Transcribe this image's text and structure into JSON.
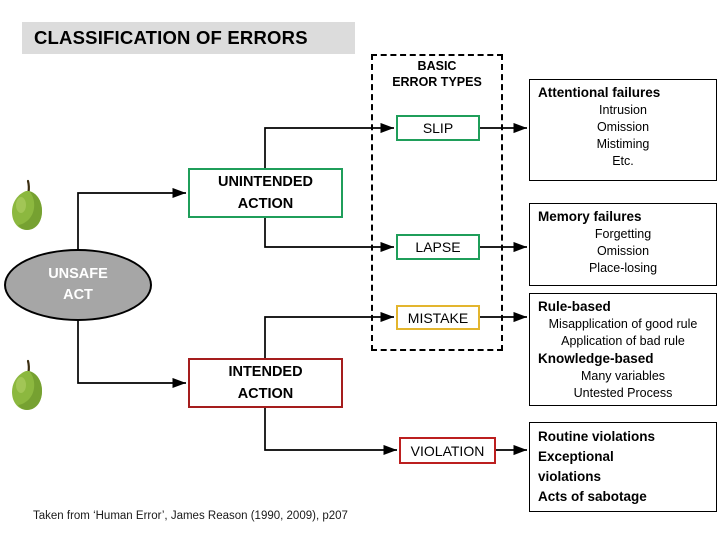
{
  "slide": {
    "title": "CLASSIFICATION OF ERRORS",
    "footer_note": "Taken from ‘Human Error’, James Reason (1990, 2009), p207"
  },
  "colors": {
    "title_band": "#dcdcdc",
    "unintended_green": "#1f9e5a",
    "intended_red": "#a51d1d",
    "mistake_yellow": "#e3b52e",
    "violation_red": "#bc1f1f",
    "ellipse_fill": "#a6a6a6",
    "pear_green": "#7cb342",
    "connector_black": "#000000"
  },
  "group": {
    "label_line1": "BASIC",
    "label_line2": "ERROR TYPES"
  },
  "root": {
    "line1": "UNSAFE",
    "line2": "ACT"
  },
  "actions": [
    {
      "id": "unintended",
      "line1": "UNINTENDED",
      "line2": "ACTION"
    },
    {
      "id": "intended",
      "line1": "INTENDED",
      "line2": "ACTION"
    }
  ],
  "error_types": [
    {
      "id": "slip",
      "label": "SLIP"
    },
    {
      "id": "lapse",
      "label": "LAPSE"
    },
    {
      "id": "mistake",
      "label": "MISTAKE"
    },
    {
      "id": "violation",
      "label": "VIOLATION"
    }
  ],
  "panels": {
    "attentional": {
      "heading": "Attentional failures",
      "items": [
        "Intrusion",
        "Omission",
        "Mistiming",
        "Etc."
      ]
    },
    "memory": {
      "heading": "Memory failures",
      "items": [
        "Forgetting",
        "Omission",
        "Place-losing"
      ]
    },
    "mistake": {
      "heading1": "Rule-based",
      "items1": [
        "Misapplication of good rule",
        "Application of bad rule"
      ],
      "heading2": "Knowledge-based",
      "items2": [
        "Many variables",
        "Untested Process"
      ]
    },
    "violations": {
      "lines": [
        "Routine violations",
        "Exceptional",
        "violations",
        "Acts of sabotage"
      ]
    }
  },
  "decorations": [
    {
      "id": "pear-top",
      "name": "pear-image"
    },
    {
      "id": "pear-bottom",
      "name": "pear-image"
    }
  ]
}
